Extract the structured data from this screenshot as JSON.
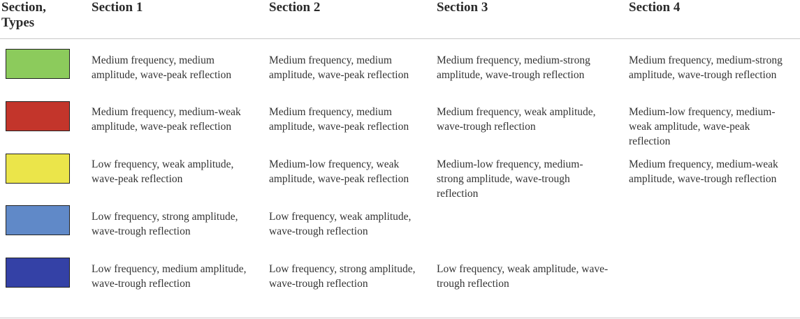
{
  "header": {
    "types_label": "Section,\nTypes",
    "sections": [
      "Section 1",
      "Section 2",
      "Section 3",
      "Section 4"
    ]
  },
  "colors": {
    "green": "#8ccb5c",
    "red": "#c3352b",
    "yellow": "#ebe54a",
    "light_blue": "#6089c8",
    "dark_blue": "#3441a6"
  },
  "rows": [
    {
      "swatch": "green",
      "cells": [
        "Medium frequency, medium amplitude, wave-peak reflection",
        "Medium frequency, medium amplitude, wave-peak reflection",
        "Medium frequency, medium-strong amplitude, wave-trough reflection",
        "Medium frequency, medium-strong amplitude, wave-trough reflection"
      ]
    },
    {
      "swatch": "red",
      "cells": [
        "Medium frequency, medium-weak amplitude, wave-peak reflection",
        "Medium frequency, medium amplitude, wave-peak reflection",
        "Medium frequency, weak amplitude, wave-trough reflection",
        "Medium-low frequency, medium-weak amplitude, wave-peak reflection"
      ]
    },
    {
      "swatch": "yellow",
      "cells": [
        "Low frequency, weak amplitude, wave-peak reflection",
        "Medium-low frequency, weak amplitude, wave-peak reflection",
        "Medium-low frequency, medium-strong amplitude, wave-trough reflection",
        "Medium frequency, medium-weak amplitude, wave-trough reflection"
      ]
    },
    {
      "swatch": "light_blue",
      "cells": [
        "Low frequency, strong amplitude, wave-trough reflection",
        "Low frequency, weak amplitude, wave-trough reflection",
        "",
        ""
      ]
    },
    {
      "swatch": "dark_blue",
      "cells": [
        "Low frequency, medium amplitude, wave-trough reflection",
        "Low frequency, strong amplitude, wave-trough reflection",
        "Low frequency, weak amplitude, wave-trough reflection",
        ""
      ]
    }
  ]
}
